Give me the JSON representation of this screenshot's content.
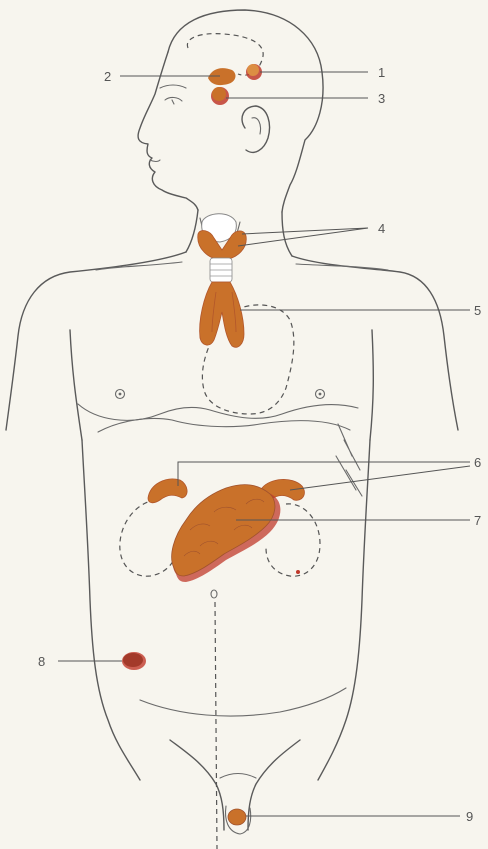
{
  "labels": {
    "l1": "1",
    "l2": "2",
    "l3": "3",
    "l4": "4",
    "l5": "5",
    "l6": "6",
    "l7": "7",
    "l8": "8",
    "l9": "9"
  },
  "colors": {
    "gland": "#c9712a",
    "gland_light": "#dc8e43",
    "gland_shadow": "#c0392b",
    "line": "#5a5a5a",
    "background": "#f7f5ee"
  }
}
